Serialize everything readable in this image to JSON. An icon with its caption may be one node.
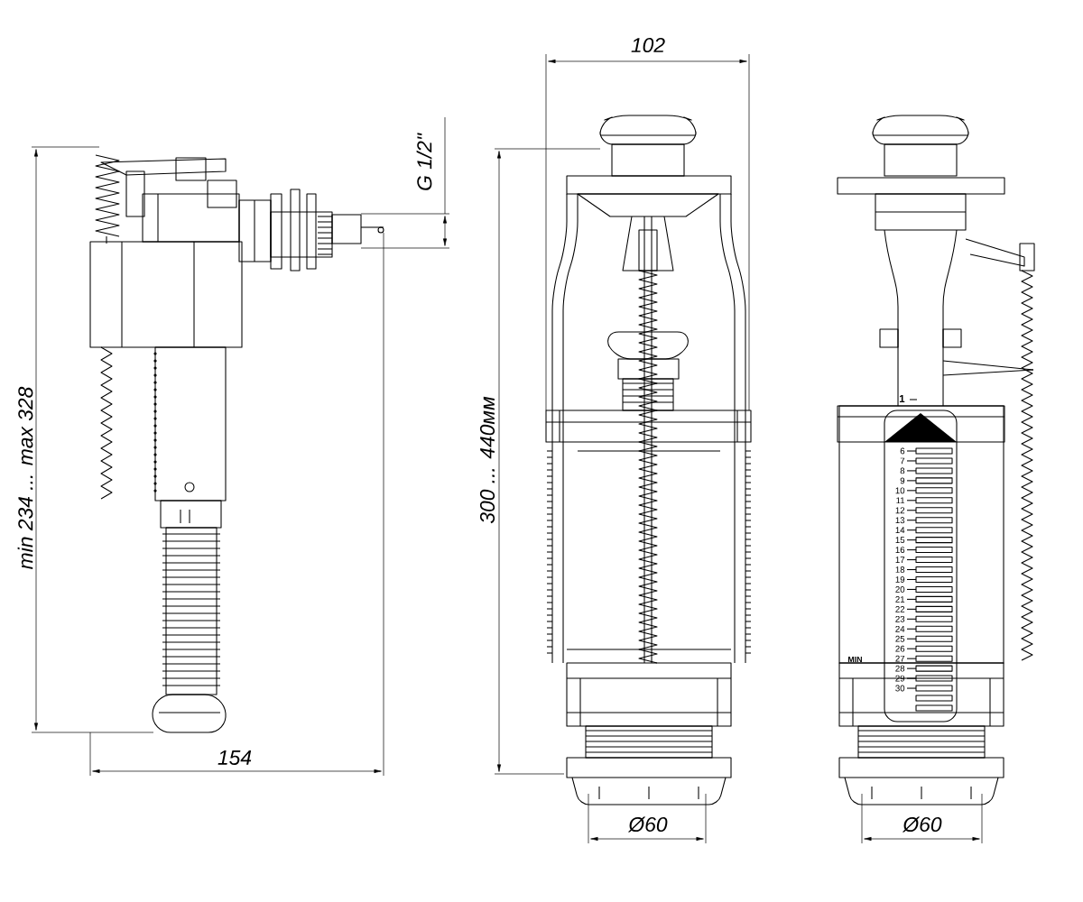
{
  "diagram": {
    "labels": [
      "102",
      "G 1/2\"",
      "min 234 ... max 328",
      "300 ... 440мм",
      "1",
      "6",
      "7",
      "8",
      "9",
      "10",
      "11",
      "12",
      "13",
      "14",
      "15",
      "16",
      "17",
      "18",
      "19",
      "20",
      "21",
      "22",
      "23",
      "24",
      "25",
      "26",
      "27",
      "28",
      "29",
      "30",
      "MIN",
      "154",
      "Ø60",
      "Ø60"
    ]
  }
}
